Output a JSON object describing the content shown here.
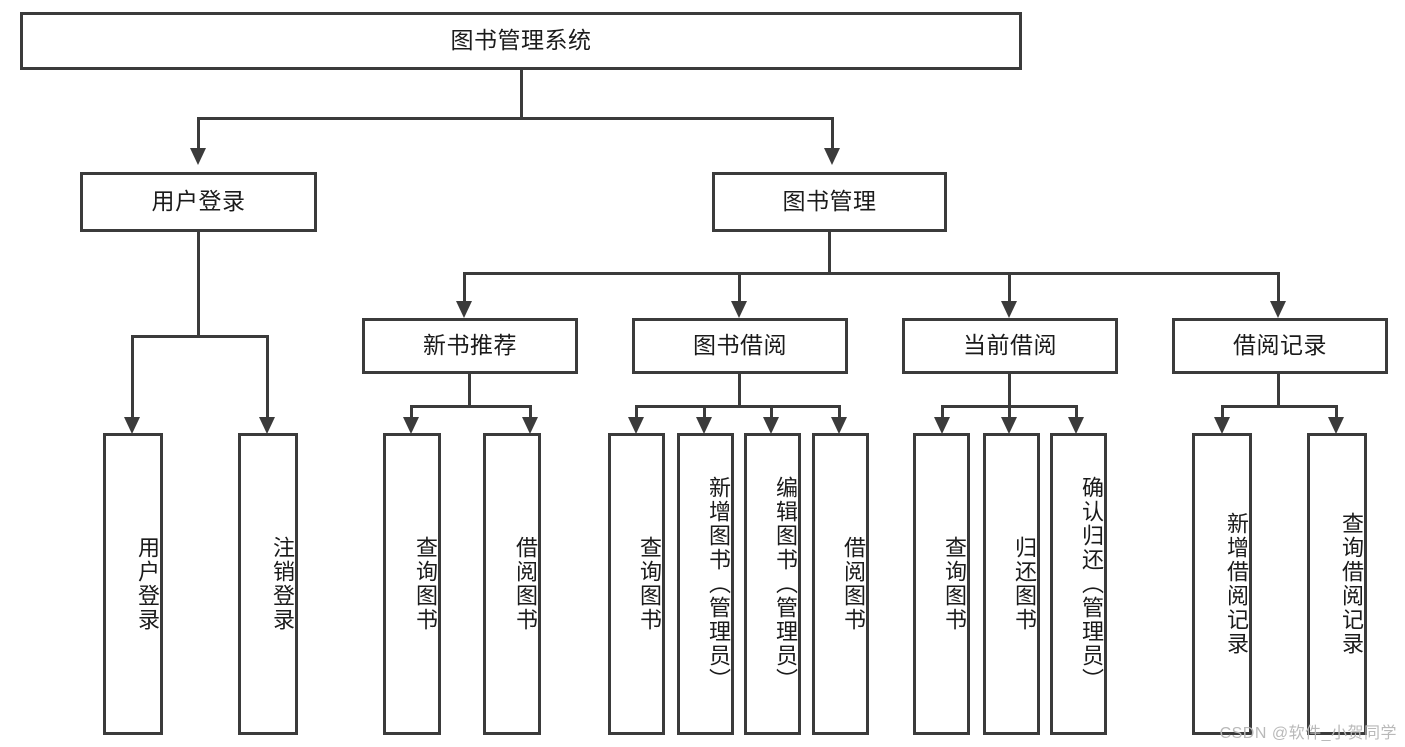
{
  "diagram": {
    "title": "图书管理系统",
    "type": "tree-hierarchy-flowchart",
    "colors": {
      "background": "#ffffff",
      "box_border": "#3b3b3b",
      "box_fill": "#ffffff",
      "text": "#1b1b1b",
      "connector": "#3b3b3b",
      "watermark": "#b9b9b9"
    },
    "root": {
      "label": "图书管理系统"
    },
    "level2": [
      {
        "label": "用户登录"
      },
      {
        "label": "图书管理"
      }
    ],
    "level3": [
      {
        "label": "新书推荐"
      },
      {
        "label": "图书借阅"
      },
      {
        "label": "当前借阅"
      },
      {
        "label": "借阅记录"
      }
    ],
    "leaves": {
      "user_login": [
        {
          "label": "用户登录"
        },
        {
          "label": "注销登录"
        }
      ],
      "new_book_recommend": [
        {
          "label": "查询图书"
        },
        {
          "label": "借阅图书"
        }
      ],
      "book_borrow": [
        {
          "label": "查询图书"
        },
        {
          "label": "新增图书（管理员）"
        },
        {
          "label": "编辑图书（管理员）"
        },
        {
          "label": "借阅图书"
        }
      ],
      "current_borrow": [
        {
          "label": "查询图书"
        },
        {
          "label": "归还图书"
        },
        {
          "label": "确认归还（管理员）"
        }
      ],
      "borrow_record": [
        {
          "label": "新增借阅记录"
        },
        {
          "label": "查询借阅记录"
        }
      ]
    }
  },
  "watermark": {
    "text": "CSDN @软件_小贺同学"
  }
}
